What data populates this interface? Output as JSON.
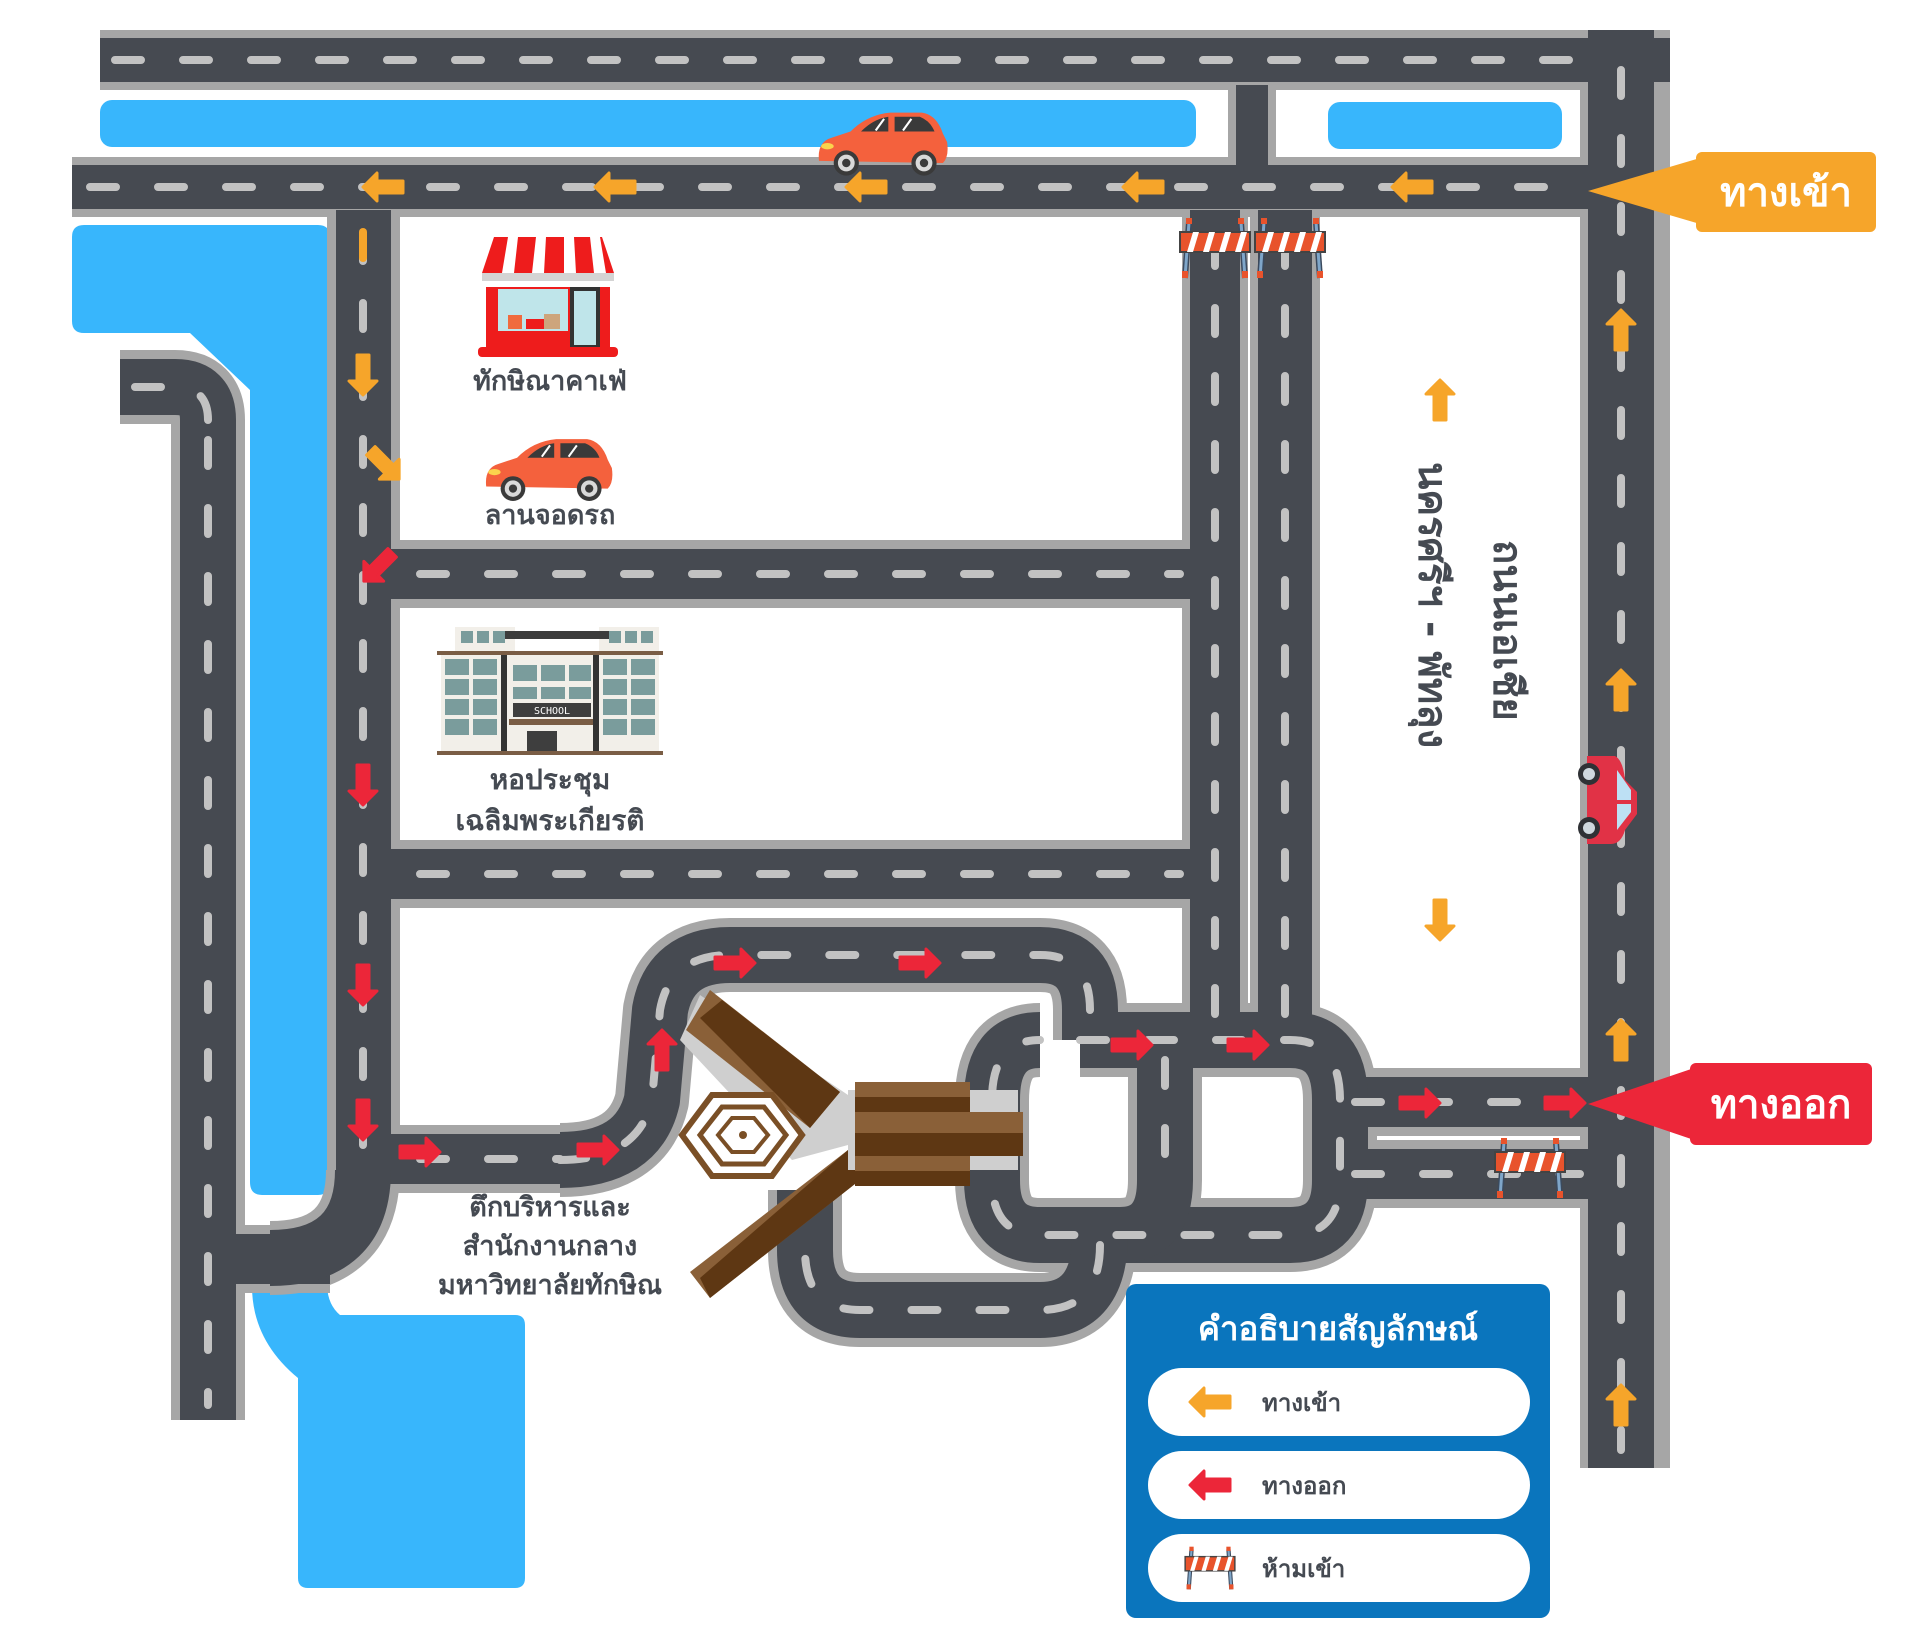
{
  "map": {
    "colors": {
      "asphalt": "#464a51",
      "curb": "#a6a6a6",
      "lane_mark": "#c2c2c2",
      "water": "#38b6fc",
      "entry_arrow": "#f6a52a",
      "exit_arrow": "#ec2639",
      "label_text": "#454a52",
      "legend_bg": "#0a75bd"
    },
    "landmarks": [
      {
        "id": "cafe",
        "icon": "shop-icon",
        "label": "ทักษิณาคาเฟ่"
      },
      {
        "id": "parking",
        "icon": "car-icon",
        "label": "ลานจอดรถ"
      },
      {
        "id": "hall",
        "icon": "school-building-icon",
        "sign": "SCHOOL",
        "label_lines": [
          "หอประชุม",
          "เฉลิมพระเกียรติ"
        ]
      },
      {
        "id": "admin",
        "icon": "university-building-icon",
        "label_lines": [
          "ตึกบริหารและ",
          "สำนักงานกลาง",
          "มหาวิทยาลัยทักษิณ"
        ]
      }
    ],
    "roads": [
      {
        "id": "asia-road",
        "label": "ถนนเอเชีย"
      },
      {
        "id": "nakhon-phatthalung",
        "label": "นครศรีฯ - พัทลุง"
      }
    ],
    "entrance_tag": {
      "label": "ทางเข้า",
      "color": "#f6a52a"
    },
    "exit_tag": {
      "label": "ทางออก",
      "color": "#ec2639"
    }
  },
  "legend": {
    "title": "คำอธิบายสัญลักษณ์",
    "items": [
      {
        "icon": "orange-left-arrow-icon",
        "label": "ทางเข้า"
      },
      {
        "icon": "red-left-arrow-icon",
        "label": "ทางออก"
      },
      {
        "icon": "road-barrier-icon",
        "label": "ห้ามเข้า"
      }
    ]
  }
}
